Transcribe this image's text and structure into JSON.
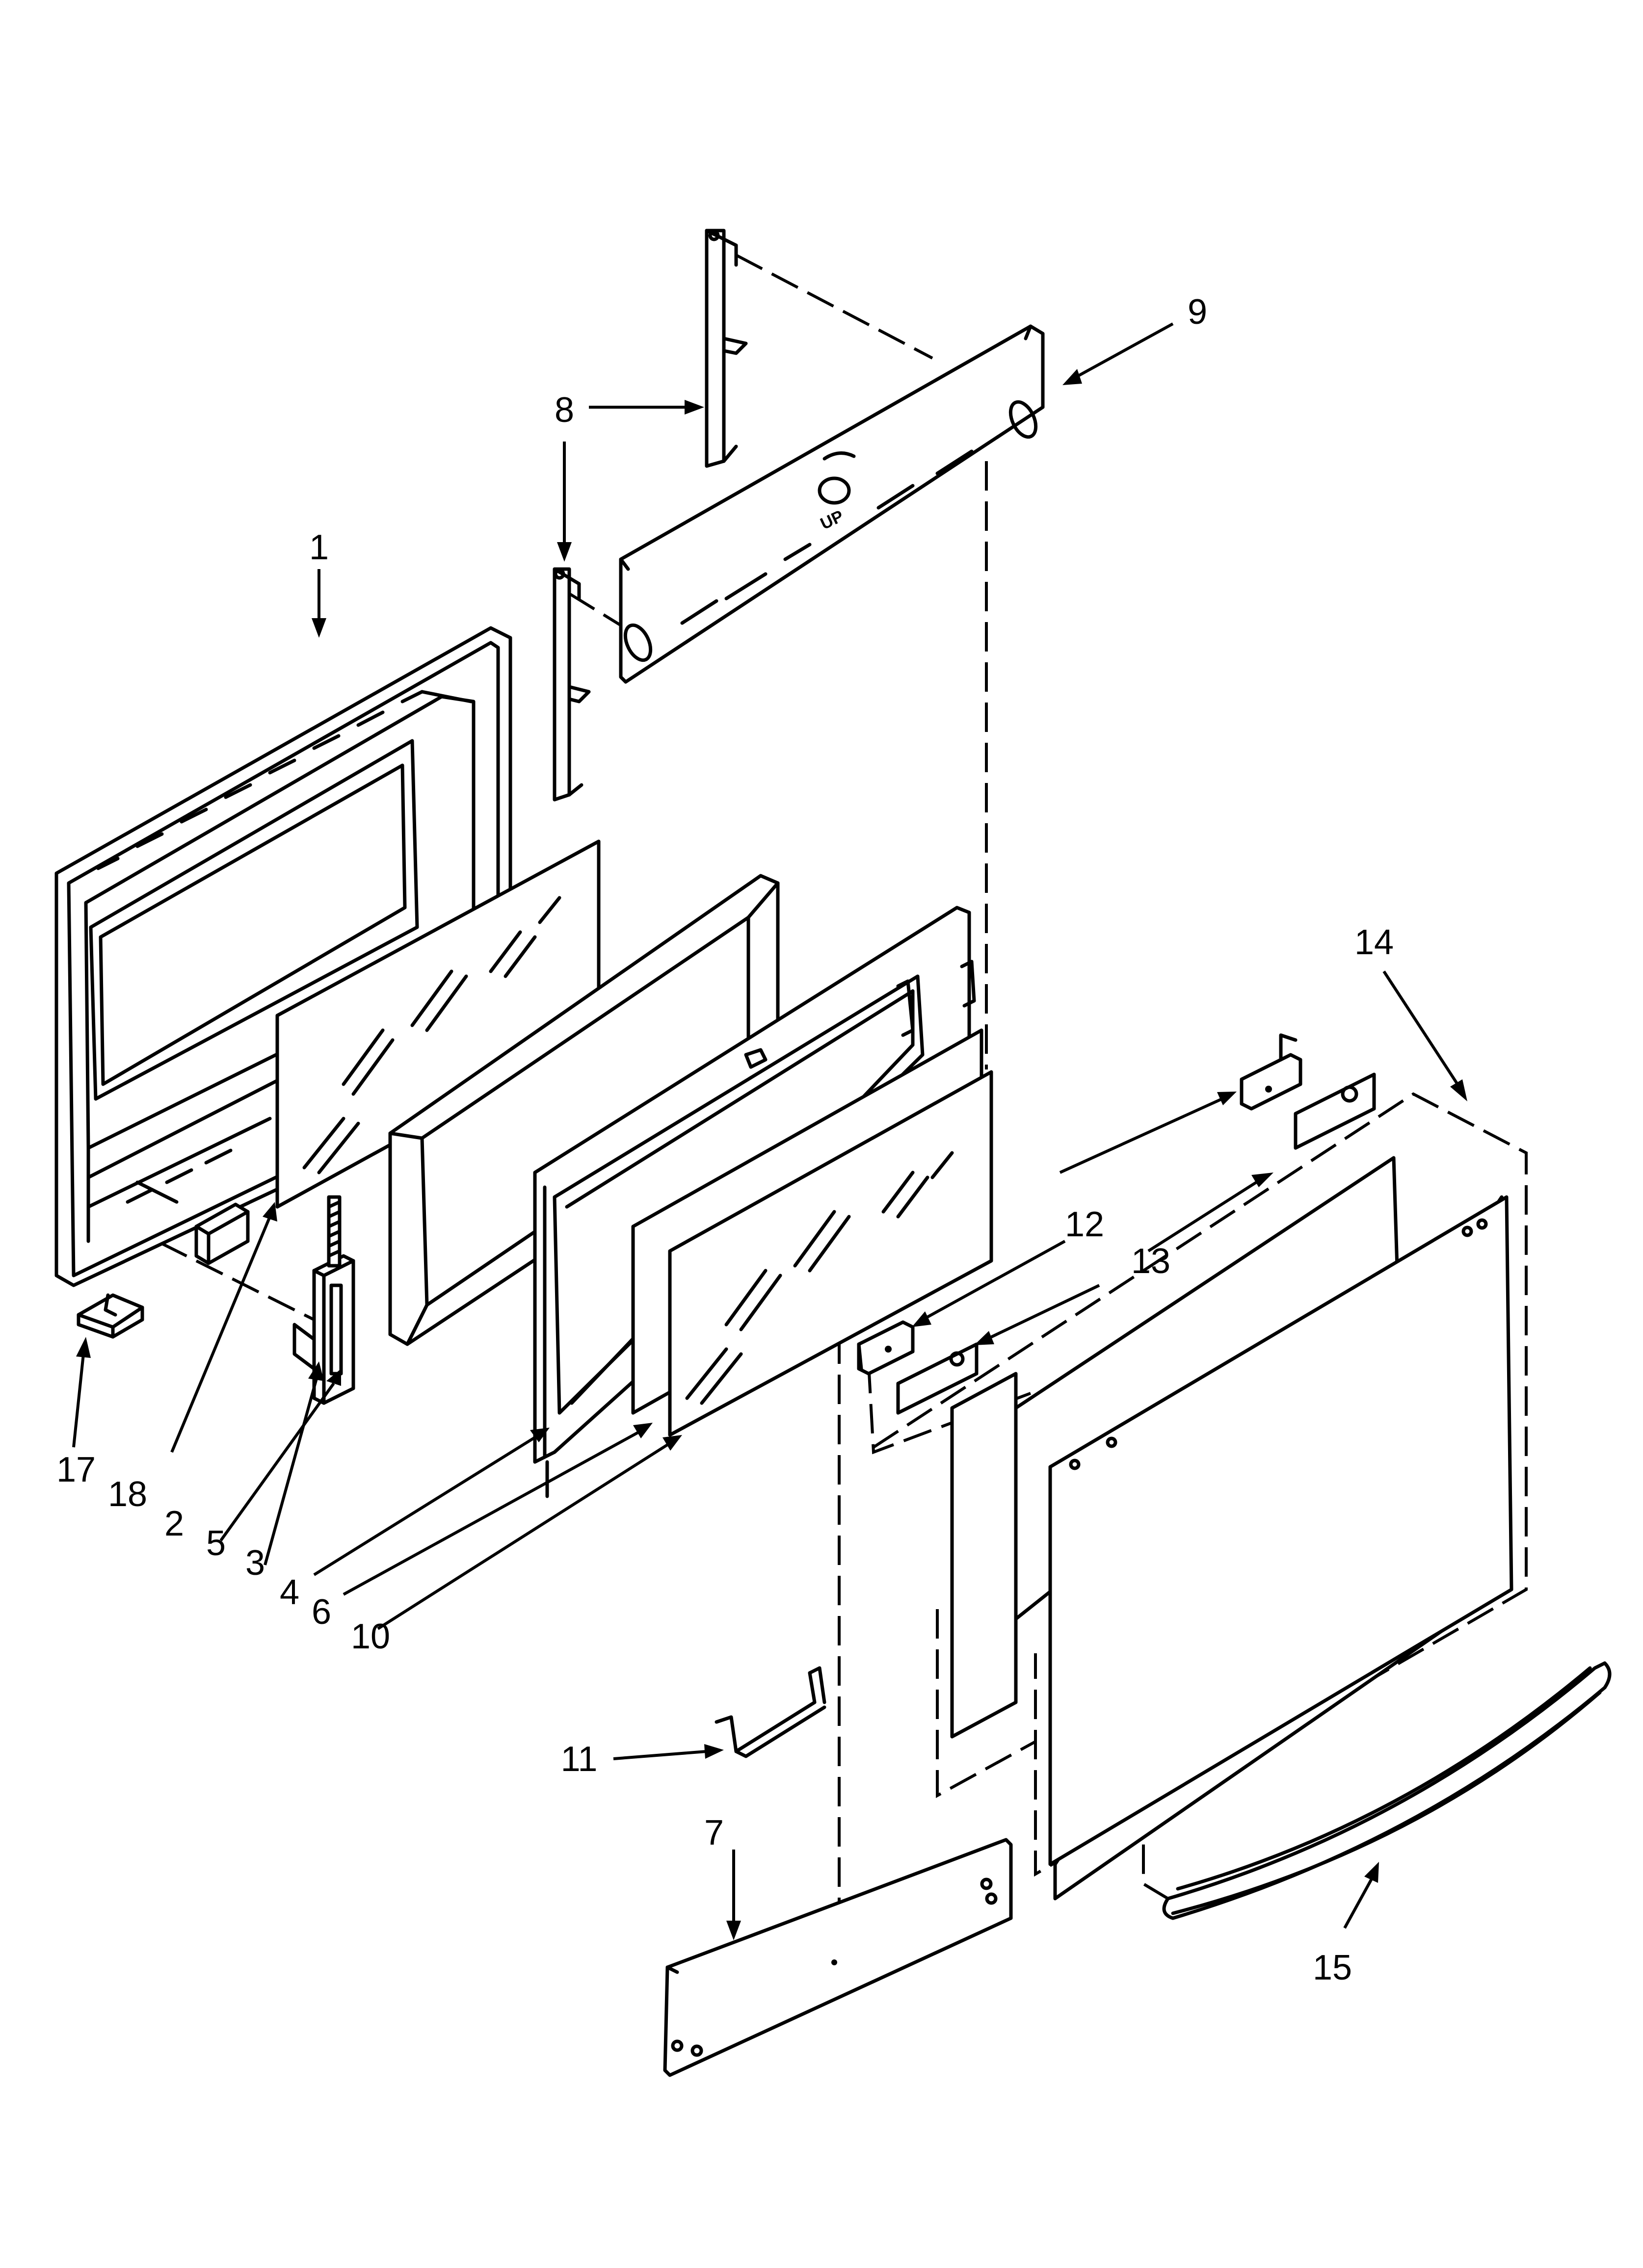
{
  "callouts": [
    {
      "id": "1",
      "label": "1"
    },
    {
      "id": "2",
      "label": "2"
    },
    {
      "id": "3",
      "label": "3"
    },
    {
      "id": "4",
      "label": "4"
    },
    {
      "id": "5",
      "label": "5"
    },
    {
      "id": "6",
      "label": "6"
    },
    {
      "id": "7",
      "label": "7"
    },
    {
      "id": "8",
      "label": "8"
    },
    {
      "id": "9",
      "label": "9"
    },
    {
      "id": "10",
      "label": "10"
    },
    {
      "id": "11",
      "label": "11"
    },
    {
      "id": "12",
      "label": "12"
    },
    {
      "id": "13",
      "label": "13"
    },
    {
      "id": "14",
      "label": "14"
    },
    {
      "id": "15",
      "label": "15"
    },
    {
      "id": "17",
      "label": "17"
    },
    {
      "id": "18",
      "label": "18"
    }
  ],
  "panel_stamp": "UP"
}
